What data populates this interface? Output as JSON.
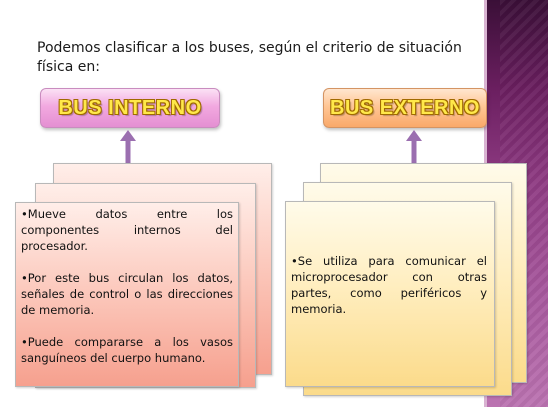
{
  "slide": {
    "title": "Podemos clasificar a los buses, según el criterio de situación física en:",
    "internal": {
      "heading": "BUS INTERNO",
      "bullets": [
        "•Mueve datos entre los componentes internos del procesador.",
        "•Por este bus circulan los datos, señales de control o las direcciones de memoria.",
        "•Puede compararse a los vasos sanguíneos del cuerpo humano."
      ]
    },
    "external": {
      "heading": "BUS EXTERNO",
      "bullets": [
        "•Se utiliza para comunicar el microprocesador con otras partes, como periféricos y memoria."
      ]
    }
  },
  "colors": {
    "arrow": "#9b6fb0",
    "heading_text": "#ffe84a",
    "band": "#8f3b83"
  },
  "icons": {
    "arrow": "arrow-up-icon"
  }
}
